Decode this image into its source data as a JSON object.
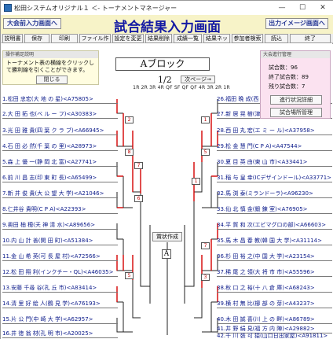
{
  "window": {
    "title": "松田システムオリジナル１ ＜- トーナメントマネージャー",
    "minimize": "—",
    "maximize": "☐",
    "close": "✕"
  },
  "header": {
    "left_button": "大会前入力画面へ",
    "title": "試合結果入力画面",
    "right_button": "出力イメージ画面へ"
  },
  "toolbar": {
    "items": [
      "説明書",
      "保存",
      "印刷",
      "ファイル作成",
      "設定を変更",
      "結果削除",
      "成績一覧",
      "結果ネット",
      "参加者検索",
      "読込",
      "終了"
    ]
  },
  "operation_help": {
    "caption": "操作補足説明",
    "text": "トーナメント表の横線をクリックして勝利線を引くことができます。",
    "close_button": "閉じる"
  },
  "block": {
    "name": "Aブロック",
    "page": "1/2",
    "next_page": "次ページ→",
    "rounds": "1R 2R 3R 4R QF SF QF QF 4R 3R 2R 1R"
  },
  "progress": {
    "caption": "大会進行管理",
    "total_label": "試合数",
    "total_value": "96",
    "done_label": "終了試合数",
    "done_value": "89",
    "remaining_label": "残り試合数",
    "remaining_value": "7",
    "status_button": "進行状況詳細",
    "venue_button": "試合場所管理"
  },
  "center": {
    "award_button": "賞状作成",
    "block_letter": "A"
  },
  "players_left": [
    "1.松田 忠宏(大 地 の 星)<A75805>",
    "2.大 田 拓 也(ベ ル ー フ)<A30383>",
    "3.光 田 雅 貴(四 葉 ク ラ ブ)<A66945>",
    "4.石 田 必 然(千 葉 の 里)<A28973>",
    "5.森 上 優 一(静 岡 北 富)<A27741>",
    "6.前 川 昌 志(印 東 町 長)<A65499>",
    "7.新 井 俊 貴(大 公 望 大 学)<A21046>",
    "8.仁井谷 貴明(C P A)<A22393>",
    "9.奥田 柚 穂(天 神 清 水)<A89656>",
    "10.内 山 計 善(関 田 町)<A51384>",
    "11.金 山 希 英(可 長 屋 村)<A72566>",
    "12.松 田 翔 利(インクチー・QL)<A46035>",
    "13.安藤 千尋 谷(孔 丘 市)<A83414>",
    "14.清 里 好 絵 人(鶴 見 学)<A76193>",
    "15.片 公 門(中 崎 大 学)<A62957>",
    "16.井 徳 翁 材(孔 明 市)<A20025>"
  ],
  "players_right": [
    "26.福田 晩 成(西 元 町)",
    "27.新 居 晃 樹(津 崎 県)",
    "28.西 田 丸 宏(エ ミ ー ル)<A37958>",
    "29.松 金 慧 門(C P A)<A47544>",
    "30.夏 目 英 由(東 山 市)<A33441>",
    "31.稲 与 皇 幸(ICデザインドール)<A33771>",
    "32.馬 渕 泰(ミランドーラ)<A96230>",
    "33.仙 北 慎 金(鍛 錬 室)<A76905>",
    "34.平 賀 和 次(エビマグロの部)<A66603>",
    "35.馬 木 昌 春 教(韓 国 大 学)<A31114>",
    "36.杉 田 裕 之(中 国 大 学)<A23154>",
    "37.稀 尾 之 領(大 将 市 市)<A55596>",
    "38.秋 口 之 裕(十 八 倉 庫)<A68243>",
    "39.横 村 無 比(櫛 部 の 芽)<A43237>",
    "40.木 田 誠 喜(川 上 の 畔)<A86789>",
    "41.井 野 絹 見(福 方 内 陣)<A29882>",
    "42.千 川 張 可 猿(山口日出家屋)<A91811>"
  ],
  "seeds_left": [
    "2",
    "8",
    "7",
    "6",
    "5"
  ],
  "seeds_right": [
    "1",
    "5",
    "1",
    "7",
    "3"
  ],
  "colors": {
    "header_bg": "#f7f3c8",
    "title_color": "#141aa3",
    "player_text": "#0b1a8a",
    "win_line": "#d40000",
    "status_panel": "#fbe2f0",
    "help_panel": "#fffde0"
  }
}
